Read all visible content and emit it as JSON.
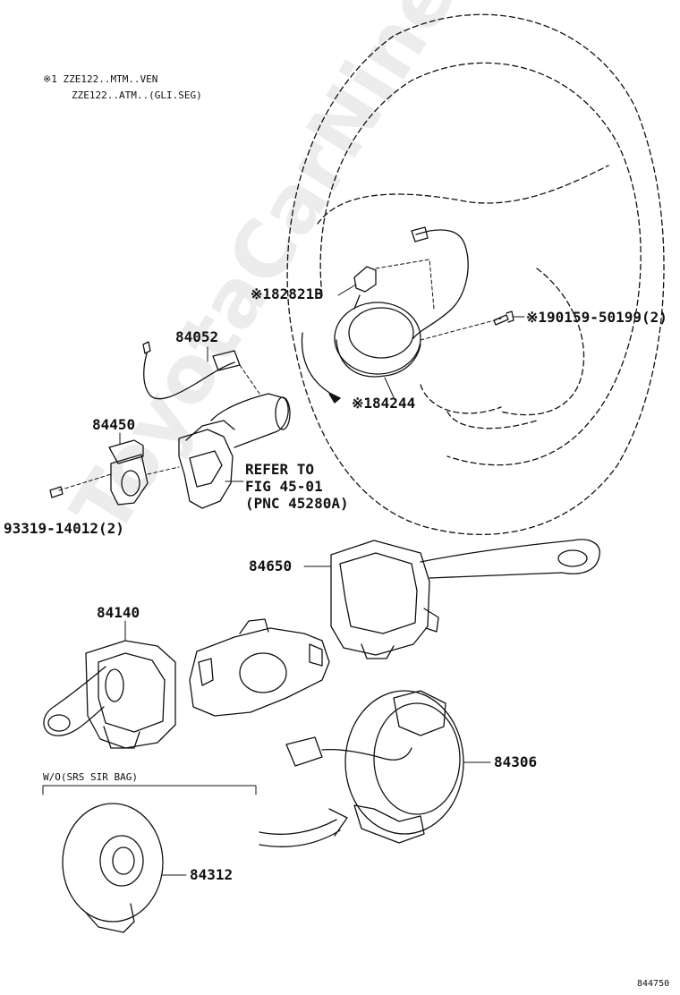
{
  "watermark": "ToyotaCarNine.ru",
  "notes": {
    "note1_line1": "※1 ZZE122..MTM..VEN",
    "note1_line2": "ZZE122..ATM..(GLI.SEG)"
  },
  "labels": {
    "horn_button": "※182821B",
    "screw_190159": "※190159-50199(2)",
    "wire_84052": "84052",
    "airbag_184244": "※184244",
    "part_84450": "84450",
    "screw_93319": "93319-14012(2)",
    "refer_line1": "REFER TO",
    "refer_line2": "FIG 45-01",
    "refer_line3": "(PNC 45280A)",
    "switch_84650": "84650",
    "switch_84140": "84140",
    "spiral_84306": "84306",
    "wd_bracket": "W/O(SRS SIR BAG)",
    "spiral_84312": "84312",
    "figure_id": "844750"
  },
  "colors": {
    "ink": "#111111",
    "watermark": "#ececec"
  }
}
